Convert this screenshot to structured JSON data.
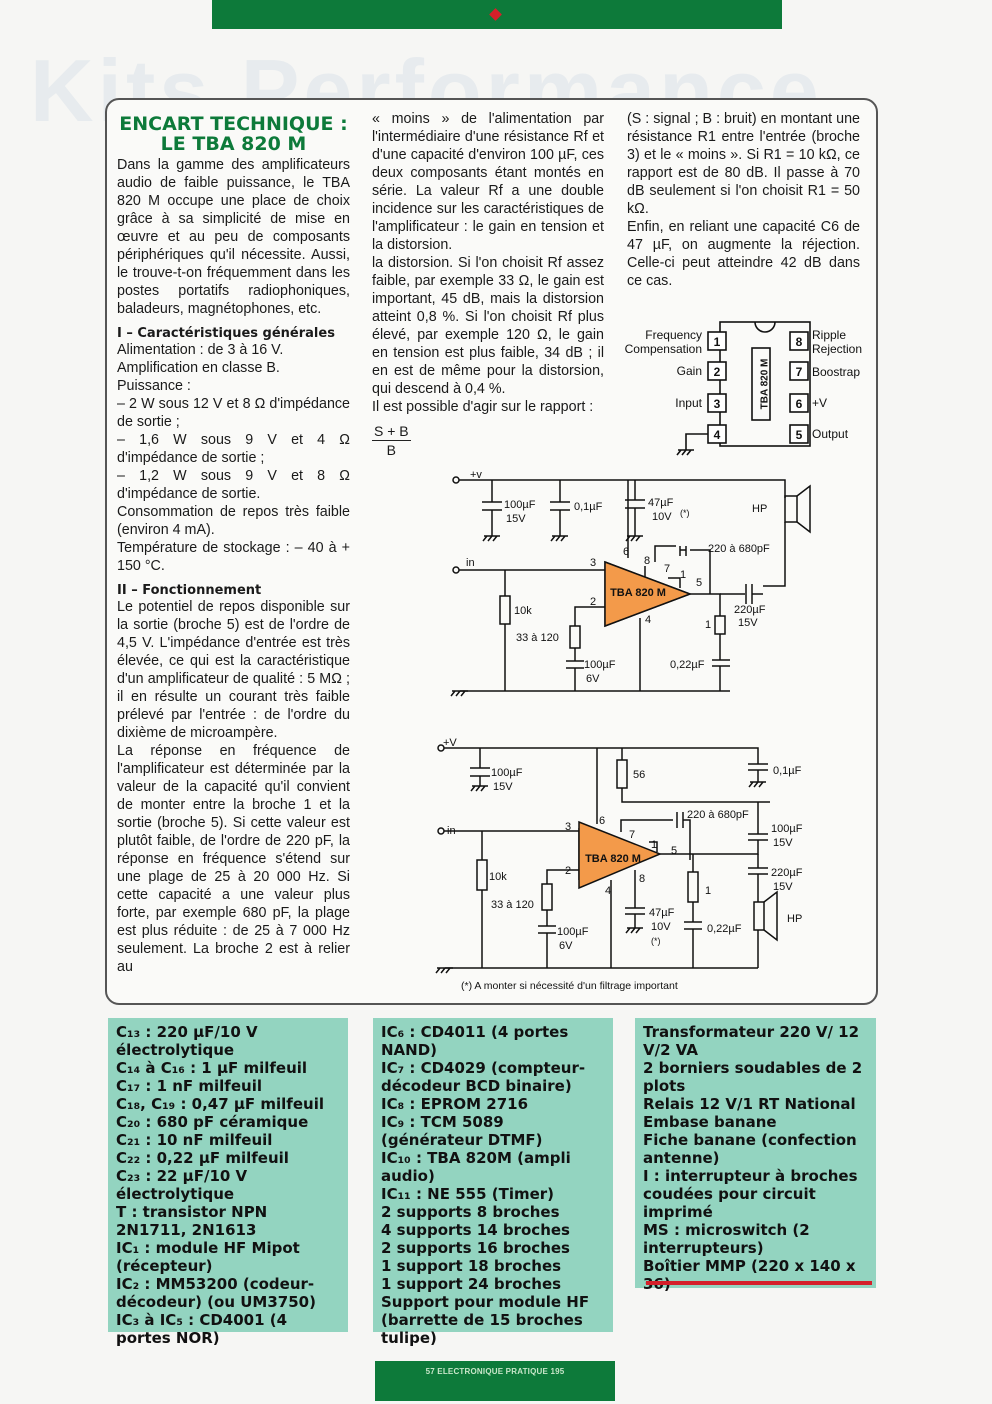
{
  "header": {
    "background_title": "Kits Performance",
    "accent_color": "#0d7a3a",
    "marker_color": "#d4202a"
  },
  "article": {
    "title_line1": "ENCART TECHNIQUE :",
    "title_line2": "LE TBA 820 M",
    "intro": "Dans la gamme des amplificateurs audio de faible puissance, le TBA 820 M occupe une place de choix grâce à sa simplicité de mise en œuvre et au peu de composants périphériques qu'il nécessite. Aussi, le trouve-t-on fréquemment dans les postes portatifs radiophoniques, baladeurs, magnétophones, etc.",
    "section1_title": "I – Caractéristiques générales",
    "section1_lines": [
      "Alimentation : de 3 à 16 V.",
      "Amplification en classe B.",
      "Puissance :",
      "– 2 W sous 12 V et 8 Ω d'impédance de sortie ;",
      "– 1,6 W sous 9 V et 4 Ω d'impédance de sortie ;",
      "– 1,2 W sous 9 V et 8 Ω d'impédance de sortie.",
      "Consommation de repos très faible (environ 4 mA).",
      "Température de stockage : – 40 à + 150 °C."
    ],
    "section2_title": "II – Fonctionnement",
    "section2_p1": "Le potentiel de repos disponible sur la sortie (broche 5) est de l'ordre de 4,5 V. L'impédance d'entrée est très élevée, ce qui est la caractéristique d'un amplificateur de qualité : 5 MΩ ; il en résulte un courant très faible prélevé par l'entrée : de l'ordre du dixième de microampère.",
    "section2_p2": "La réponse en fréquence de l'amplificateur est déterminée par la valeur de la capacité qu'il convient de monter entre la broche 1 et la sortie (broche 5). Si cette valeur est plutôt faible, de l'ordre de 220 pF, la réponse en fréquence s'étend sur une plage de 25 à 20 000 Hz. Si cette capacité a une valeur plus forte, par exemple 680 pF, la plage est plus réduite : de 25 à 7 000 Hz seulement. La broche 2 est à relier au",
    "col2_text": "« moins » de l'alimentation par l'intermédiaire d'une résistance Rf et d'une capacité d'environ 100 µF, ces deux composants étant montés en série. La valeur Rf a une double incidence sur les caractéristiques de l'amplificateur : le gain en tension et la distorsion.",
    "col2_text2": "la distorsion. Si l'on choisit Rf assez faible, par exemple 33 Ω, le gain est important, 45 dB, mais la distorsion atteint 0,8 %. Si l'on choisit Rf plus élevé, par exemple 120 Ω, le gain en tension est plus faible, 34 dB ; il en est de même pour la distorsion, qui descend à 0,4 %.",
    "col2_text3": "Il est possible d'agir sur le rapport :",
    "fraction_num": "S + B",
    "fraction_den": "B",
    "col3_text": "(S : signal ; B : bruit) en montant une résistance R1 entre l'entrée (broche 3) et le « moins ». Si R1 = 10 kΩ, ce rapport est de 80 dB. Il passe à 70 dB seulement si l'on choisit R1 = 50 kΩ.",
    "col3_text2": "Enfin, en reliant une capacité C6 de 47 µF, on augmente la réjection. Celle-ci peut atteindre 42 dB dans ce cas."
  },
  "pinout": {
    "chip": "TBA 820 M",
    "left_labels": [
      "Frequency",
      "Compensation",
      "Gain",
      "Input"
    ],
    "right_labels": [
      "Ripple",
      "Rejection",
      "Boostrap",
      "+V",
      "Output"
    ],
    "pins": [
      "1",
      "2",
      "3",
      "4",
      "5",
      "6",
      "7",
      "8"
    ]
  },
  "schematic1": {
    "supply": "+v",
    "input": "in",
    "chip": "TBA 820 M",
    "c_supply": "100µF",
    "c_supply_v": "15V",
    "c_dec": "0,1µF",
    "c_rip": "47µF",
    "c_rip_v": "10V",
    "c_rip_note": "(*)",
    "c_comp": "220 à 680pF",
    "hp": "HP",
    "r_in": "10k",
    "r_f": "33 à 120",
    "c_f": "100µF",
    "c_f_v": "6V",
    "c_out": "220µF",
    "c_out_v": "15V",
    "r_zob": "1",
    "c_zob": "0,22µF",
    "pin_labels": [
      "3",
      "2",
      "6",
      "8",
      "7",
      "1",
      "5",
      "4"
    ]
  },
  "schematic2": {
    "supply": "+V",
    "input": "in",
    "chip": "TBA 820 M",
    "c_supply": "100µF",
    "c_supply_v": "15V",
    "r_boot": "56",
    "c_dec": "0,1µF",
    "c_comp": "220 à 680pF",
    "c_boot": "100µF",
    "c_boot_v": "15V",
    "c_out": "220µF",
    "c_out_v": "15V",
    "hp": "HP",
    "r_in": "10k",
    "r_f": "33 à 120",
    "c_f": "100µF",
    "c_f_v": "6V",
    "c_rip": "47µF",
    "c_rip_v": "10V",
    "c_rip_note": "(*)",
    "r_zob": "1",
    "c_zob": "0,22µF",
    "pin_labels": [
      "3",
      "2",
      "6",
      "7",
      "1",
      "5",
      "8",
      "4"
    ],
    "footnote": "(*) A monter si nécessité d'un filtrage important"
  },
  "parts": {
    "panel1": [
      "C₁₃ : 220 µF/10 V électrolytique",
      "C₁₄ à C₁₆ : 1 µF milfeuil",
      "C₁₇ : 1 nF milfeuil",
      "C₁₈, C₁₉ : 0,47 µF milfeuil",
      "C₂₀ : 680 pF céramique",
      "C₂₁ : 10 nF milfeuil",
      "C₂₂ : 0,22 µF milfeuil",
      "C₂₃ : 22 µF/10 V électrolytique",
      "T : transistor NPN 2N1711, 2N1613",
      "IC₁ : module HF Mipot (récepteur)",
      "IC₂ : MM53200 (codeur-décodeur) (ou UM3750)",
      "IC₃ à IC₅ : CD4001 (4 portes NOR)"
    ],
    "panel2": [
      "IC₆ : CD4011 (4 portes NAND)",
      "IC₇ : CD4029 (compteur-décodeur BCD binaire)",
      "IC₈ : EPROM 2716",
      "IC₉ : TCM 5089 (générateur DTMF)",
      "IC₁₀ : TBA 820M (ampli audio)",
      "IC₁₁ : NE 555 (Timer)",
      "2 supports 8 broches",
      "4 supports 14 broches",
      "2 supports 16 broches",
      "1 support 18 broches",
      "1 support 24 broches",
      "Support pour module HF (barrette de 15 broches tulipe)"
    ],
    "panel3": [
      "Transformateur 220 V/ 12 V/2 VA",
      "2 borniers soudables de 2 plots",
      "Relais 12 V/1 RT National",
      "Embase banane",
      "Fiche banane (confection antenne)",
      "I : interrupteur à broches coudées pour circuit imprimé",
      "MS : microswitch (2 interrupteurs)",
      "Boîtier MMP (220 x 140 x 36)"
    ],
    "panel_color": "#93d4c0"
  },
  "footer": {
    "text": "57 ELECTRONIQUE PRATIQUE 195"
  }
}
